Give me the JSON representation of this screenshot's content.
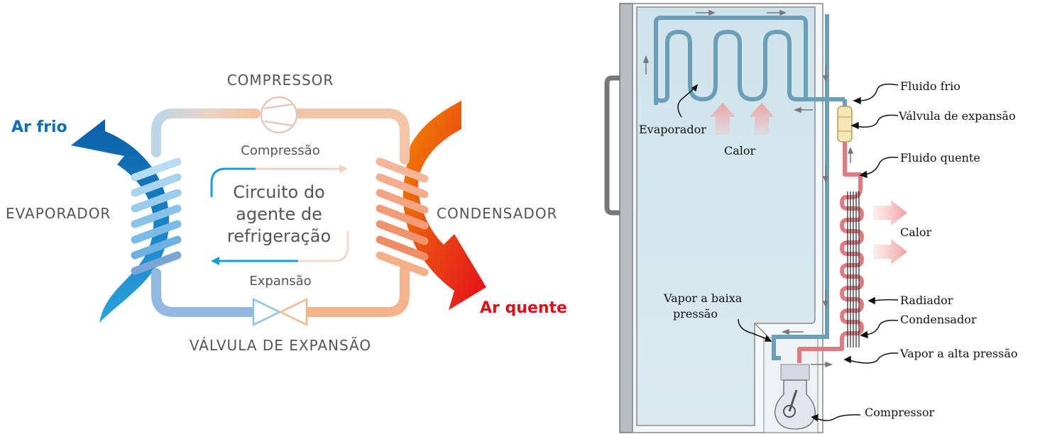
{
  "left_diagram": {
    "compressor": "COMPRESSOR",
    "compression": "Compressão",
    "circuit": [
      "Circuito do",
      "agente de",
      "refrigeração"
    ],
    "expansion": "Expansão",
    "evaporator": "EVAPORADOR",
    "condenser": "CONDENSADOR",
    "expansion_valve": "VÁLVULA DE EXPANSÃO",
    "cold_air": "Ar frio",
    "hot_air": "Ar quente"
  },
  "right_diagram": {
    "evaporator": "Evaporador",
    "heat_inside": "Calor",
    "heat_outside": "Calor",
    "cold_fluid": "Fluido frio",
    "expansion_valve": "Válvula de expansão",
    "hot_fluid": "Fluido quente",
    "radiator": "Radiador",
    "condenser": "Condensador",
    "low_pressure_vapor": [
      "Vapor a baixa",
      "pressão"
    ],
    "high_pressure_vapor": "Vapor a alta pressão",
    "compressor": "Compressor"
  },
  "colors": {
    "cold_blue": "#0a6fb8",
    "hot_red": "#e30d1a",
    "orange": "#ef7d00",
    "label_gray": "#555555",
    "pipe_blue": "#6b9fb8",
    "pipe_red": "#e07a80",
    "fridge_interior": "#d9e9f0"
  }
}
